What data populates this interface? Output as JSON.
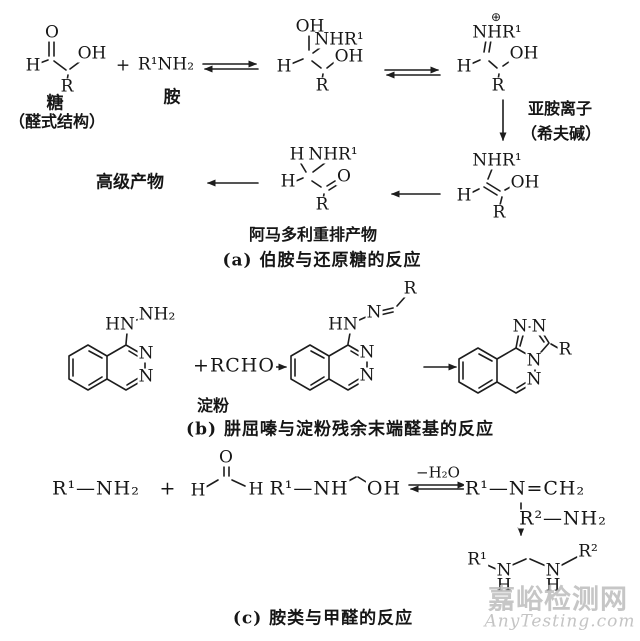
{
  "figure": {
    "atoms": {
      "H": "H",
      "O": "O",
      "OH": "OH",
      "R": "R",
      "N": "N",
      "HN": "HN",
      "NH2": "NH₂",
      "NHR1": "NHR¹",
      "plus": "+",
      "positive_charge": "⊕"
    },
    "section_a": {
      "caption": "(a) 伯胺与还原糖的反应",
      "sugar_name": "糖",
      "sugar_form": "（醛式结构）",
      "amine_formula": "R¹NH₂",
      "amine_name": "胺",
      "iminium_note_line1": "亚胺离子",
      "iminium_note_line2": "（希夫碱）",
      "amadori_label": "阿马多利重排产物",
      "higher_products": "高级产物"
    },
    "section_b": {
      "caption": "(b) 肼屈嗪与淀粉残余末端醛基的反应",
      "plus_rcho": "+RCHO",
      "starch_label": "淀粉"
    },
    "section_c": {
      "caption": "(c) 胺类与甲醛的反应",
      "amine": "R¹—NH₂",
      "plus": "+",
      "hemiaminal_left": "R¹—NH",
      "hemiaminal_oh": "OH",
      "minus_water": "−H₂O",
      "imine": "R¹—N=CH₂",
      "second_amine": "R²—NH₂",
      "aminal_r1": "R¹",
      "aminal_r2": "R²"
    }
  },
  "watermark": {
    "site_name": "嘉峪检测网",
    "site_url": "AnyTesting.com"
  }
}
